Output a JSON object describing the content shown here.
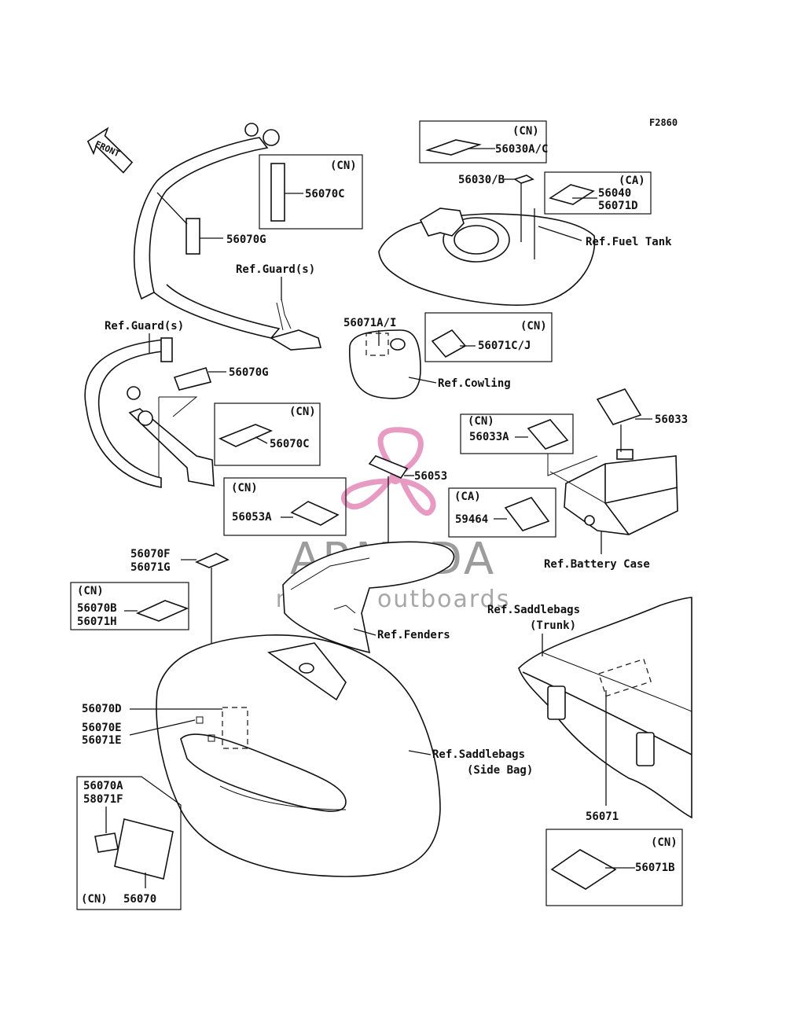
{
  "diagram_code": "F2860",
  "front_arrow": "FRONT",
  "labels": {
    "p56030ac": "56030A/C",
    "p56030b": "56030/B",
    "p56040": "56040",
    "p56071d": "56071D",
    "ref_fuel_tank": "Ref.Fuel Tank",
    "p56070c_top": "56070C",
    "p56070g_top": "56070G",
    "ref_guard_top": "Ref.Guard(s)",
    "ref_guard_left": "Ref.Guard(s)",
    "p56070g_mid": "56070G",
    "p56070c_mid": "56070C",
    "p56071ai": "56071A/I",
    "p56071cj": "56071C/J",
    "ref_cowling": "Ref.Cowling",
    "p56033": "56033",
    "p56033a": "56033A",
    "p56053": "56053",
    "p56053a": "56053A",
    "p59464": "59464",
    "ref_battery_case": "Ref.Battery Case",
    "p56070f": "56070F",
    "p56071g": "56071G",
    "p56070b": "56070B",
    "p56071h": "56071H",
    "ref_fenders": "Ref.Fenders",
    "ref_saddlebags_trunk": "Ref.Saddlebags",
    "trunk": "(Trunk)",
    "p56070d": "56070D",
    "p56070e": "56070E",
    "p56071e": "56071E",
    "ref_saddlebags_side": "Ref.Saddlebags",
    "side_bag": "(Side Bag)",
    "p56070a": "56070A",
    "p58071f": "58071F",
    "p56070": "56070",
    "p56071": "56071",
    "p56071b": "56071B"
  },
  "region_tags": {
    "cn": "(CN)",
    "ca": "(CA)"
  },
  "watermark": {
    "title": "ARMADA",
    "subtitle": "marine outboards",
    "logo_color": "#e07ab0"
  }
}
